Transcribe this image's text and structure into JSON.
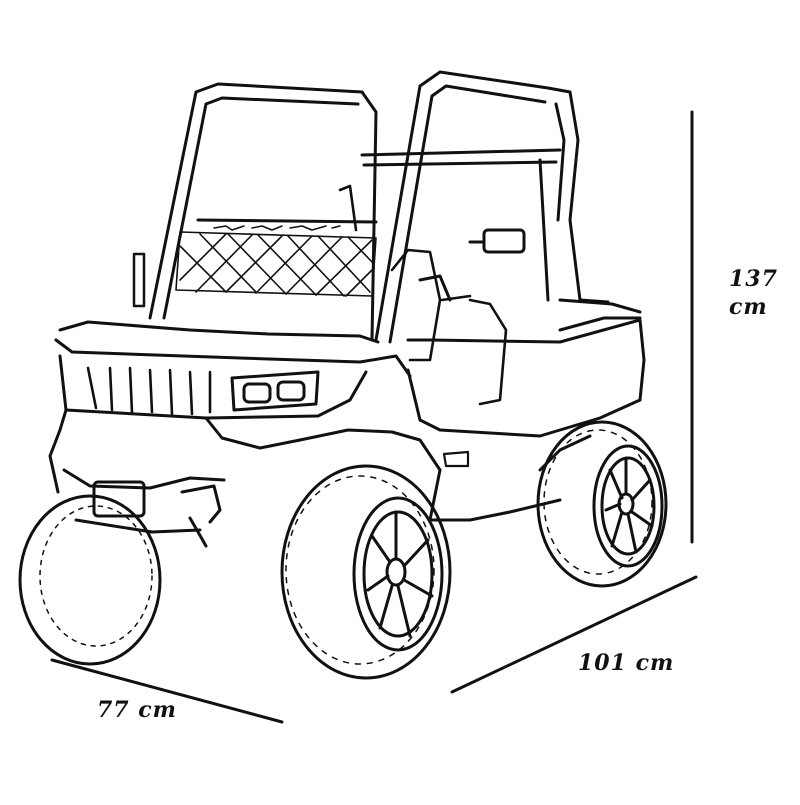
{
  "diagram": {
    "subject": "utility-vehicle-line-drawing",
    "colors": {
      "ink": "#111111",
      "background": "#ffffff"
    },
    "dimensions": {
      "height": {
        "value": "137",
        "unit": "cm"
      },
      "width": {
        "label": "77 cm"
      },
      "length": {
        "label": "101 cm"
      }
    }
  }
}
